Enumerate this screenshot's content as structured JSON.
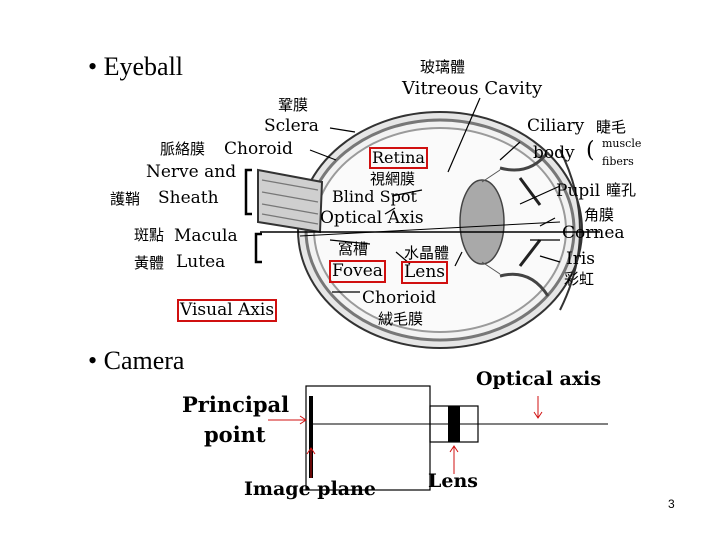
{
  "slide": {
    "page_number": "3",
    "bullets": {
      "eyeball": "Eyeball",
      "camera": "Camera",
      "marker": "•"
    }
  },
  "eye_labels": {
    "vitreous_zh": "玻璃體",
    "vitreous": "Vitreous Cavity",
    "sclera_zh": "鞏膜",
    "sclera": "Sclera",
    "choroid_zh": "脈絡膜",
    "choroid": "Choroid",
    "nerve": "Nerve and",
    "sheath_zh": "護鞘",
    "sheath": "Sheath",
    "retina": "Retina",
    "retina_zh": "視網膜",
    "blind_spot": "Blind Spot",
    "optical_axis": "Optical Axis",
    "macula_zh": "斑點",
    "macula": "Macula",
    "lutea_zh": "黃體",
    "lutea": "Lutea",
    "fovea_zh": "窩槽",
    "fovea": "Fovea",
    "lens_zh": "水晶體",
    "lens": "Lens",
    "visual_axis": "Visual Axis",
    "chorioid": "Chorioid",
    "chorioid_zh": "絨毛膜",
    "ciliary": "Ciliary",
    "ciliary_zh": "睫毛",
    "body": "body",
    "muscle": "muscle",
    "fibers": "fibers",
    "pupil": "Pupil",
    "pupil_zh": "瞳孔",
    "cornea_zh": "角膜",
    "cornea": "Cornea",
    "iris": "Iris",
    "iris_zh": "彩虹"
  },
  "camera_labels": {
    "optical_axis": "Optical axis",
    "principal": "Principal",
    "point": "point",
    "image_plane": "Image plane",
    "lens": "Lens"
  },
  "colors": {
    "highlight_box": "#d01010",
    "arrow": "#d01010",
    "eye_fill": "#d9d9d9",
    "eye_stroke": "#555555"
  }
}
